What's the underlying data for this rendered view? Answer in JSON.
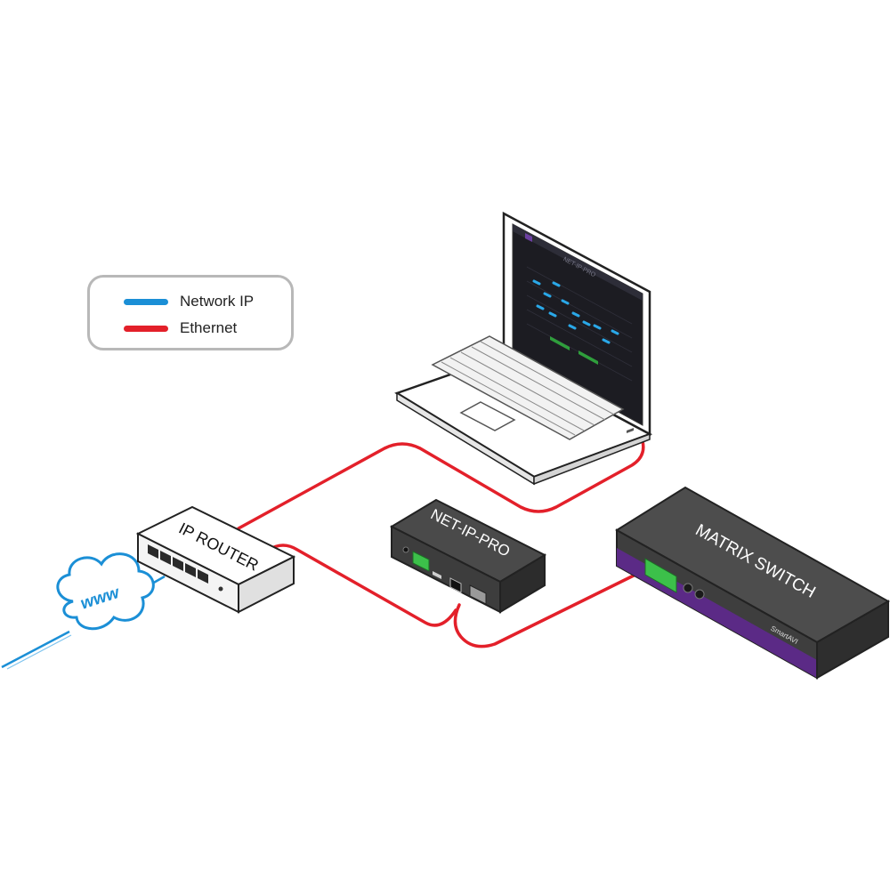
{
  "legend": {
    "items": [
      {
        "label": "Network IP",
        "color": "#1b8fd6"
      },
      {
        "label": "Ethernet",
        "color": "#e3202a"
      }
    ]
  },
  "devices": {
    "router": {
      "label": "IP ROUTER"
    },
    "cloud": {
      "label": "www"
    },
    "net_ip_pro": {
      "label": "NET-IP-PRO"
    },
    "matrix_switch": {
      "label": "MATRIX SWITCH",
      "brand": "SmartAVI",
      "accent": "#5b2a86"
    },
    "laptop": {
      "screen_title": "NET-IP-PRO"
    }
  },
  "colors": {
    "ethernet": "#e3202a",
    "network_ip": "#1b8fd6",
    "device_dark": "#4a4a4a",
    "display_green": "#3cc04a"
  }
}
